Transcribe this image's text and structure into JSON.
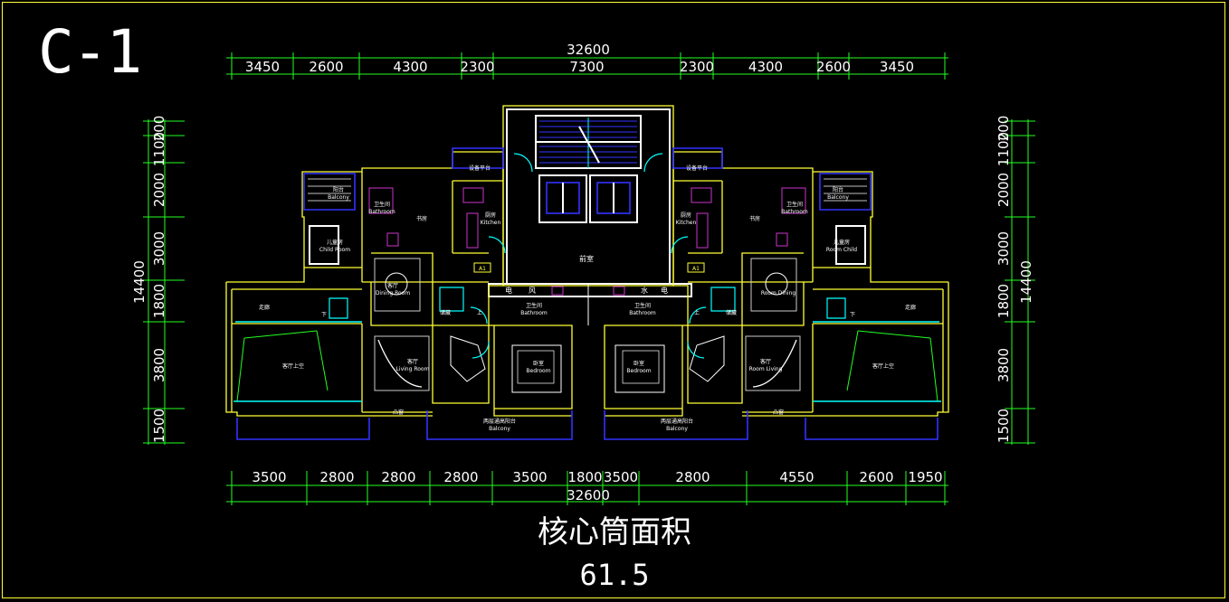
{
  "drawing": {
    "title": "C-1",
    "area_label": "核心筒面积",
    "area_value": "61.5"
  },
  "dimensions": {
    "top_total": "32600",
    "top_segments": [
      "3450",
      "2600",
      "4300",
      "2300",
      "7300",
      "2300",
      "4300",
      "2600",
      "3450"
    ],
    "bottom_total": "32600",
    "bottom_segments": [
      "3500",
      "2800",
      "2800",
      "2800",
      "3500",
      "1800",
      "3500",
      "2800",
      "4550",
      "2600",
      "1950"
    ],
    "side_total": "14400",
    "side_segments": [
      "200",
      "1100",
      "2000",
      "3000",
      "1800",
      "3800",
      "1500"
    ]
  },
  "rooms": {
    "stair_landing": "前室",
    "equipment_platform": "设备平台",
    "balcony": "阳台",
    "balcony_en": "Balcony",
    "bathroom": "卫生间",
    "bathroom_en": "Bathroom",
    "study": "书房",
    "kitchen": "厨房",
    "kitchen_en": "Kitchen",
    "child_room": "儿童房",
    "child_room_en": "Child Room",
    "child_room_en_right": "Room Child",
    "dining": "客厅",
    "dining_en": "Dining Room",
    "dining_en_right": "Room Dining",
    "corridor": "走廊",
    "down": "下",
    "up": "上",
    "storage": "储藏",
    "living_void": "客厅上空",
    "living": "客厅",
    "living_en": "Living Room",
    "living_en_right": "Room Living",
    "bedroom": "卧室",
    "bedroom_en": "Bedroom",
    "bay_window": "凸窗",
    "double_balcony": "两层通高阳台",
    "shaft_electric": "电",
    "shaft_wind": "风",
    "shaft_water": "水",
    "unit_tag": "A1"
  }
}
